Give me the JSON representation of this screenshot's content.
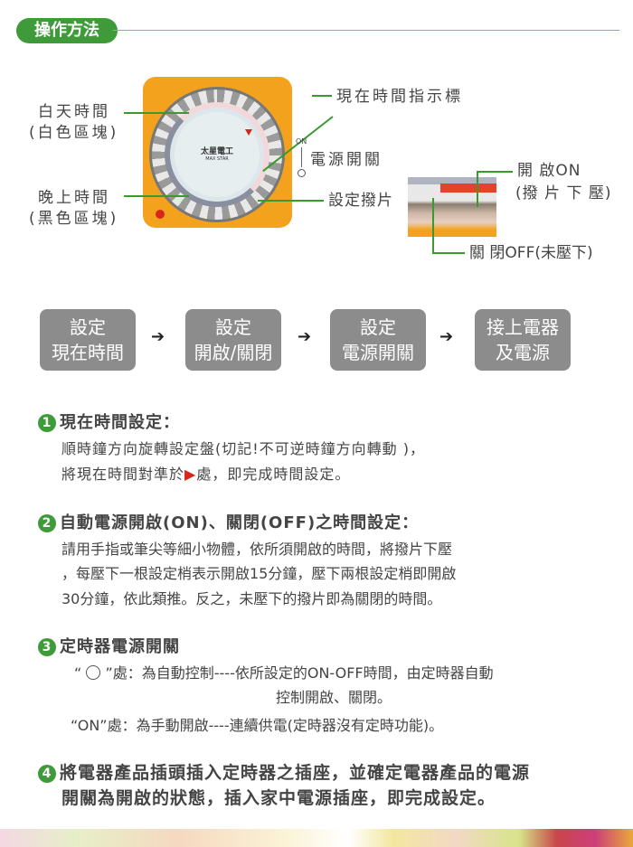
{
  "header": {
    "title": "操作方法"
  },
  "diagram": {
    "day_label": "白天時間",
    "day_sub": "(白色區塊)",
    "night_label": "晚上時間",
    "night_sub": "(黑色區塊)",
    "indicator_label": "現在時間指示標",
    "switch_on": "ON",
    "switch_label": "電源開關",
    "tab_label": "設定撥片",
    "brand": "太星電工",
    "brand_en": "MAX STAR",
    "on_label": "開 啟ON",
    "on_sub": "(撥 片 下 壓)",
    "off_label": "關 閉OFF(未壓下)"
  },
  "steps": [
    {
      "l1": "設定",
      "l2": "現在時間"
    },
    {
      "l1": "設定",
      "l2": "開啟/關閉"
    },
    {
      "l1": "設定",
      "l2": "電源開關"
    },
    {
      "l1": "接上電器",
      "l2": "及電源"
    }
  ],
  "sections": [
    {
      "n": "1",
      "title": "現在時間設定：",
      "lines": [
        "順時鐘方向旋轉設定盤(切記!不可逆時鐘方向轉動 )，",
        "將現在時間對準於",
        "處，即完成時間設定。"
      ]
    },
    {
      "n": "2",
      "title": "自動電源開啟(ON)、關閉(OFF)之時間設定：",
      "lines": [
        "請用手指或筆尖等細小物體，依所須開啟的時間，將撥片下壓",
        "，每壓下一根設定梢表示開啟15分鐘，壓下兩根設定梢即開啟",
        "30分鐘，依此類推。反之，未壓下的撥片即為關閉的時間。"
      ]
    },
    {
      "n": "3",
      "title": "定時器電源開關",
      "lines": [
        "處：為自動控制----依所設定的ON-OFF時間，由定時器自動",
        "控制開啟、關閉。",
        "“ON”處：為手動開啟----連續供電(定時器沒有定時功能)。"
      ]
    },
    {
      "n": "4",
      "title": "將電器產品插頭插入定時器之插座，並確定電器產品的電源",
      "lines": [
        "開關為開啟的狀態，插入家中電源插座，即完成設定。"
      ]
    }
  ],
  "colors": {
    "green": "#3f9a3a",
    "orange": "#f3a21e",
    "step_gray": "#8c8c8c",
    "marker_red": "#d9261c"
  }
}
